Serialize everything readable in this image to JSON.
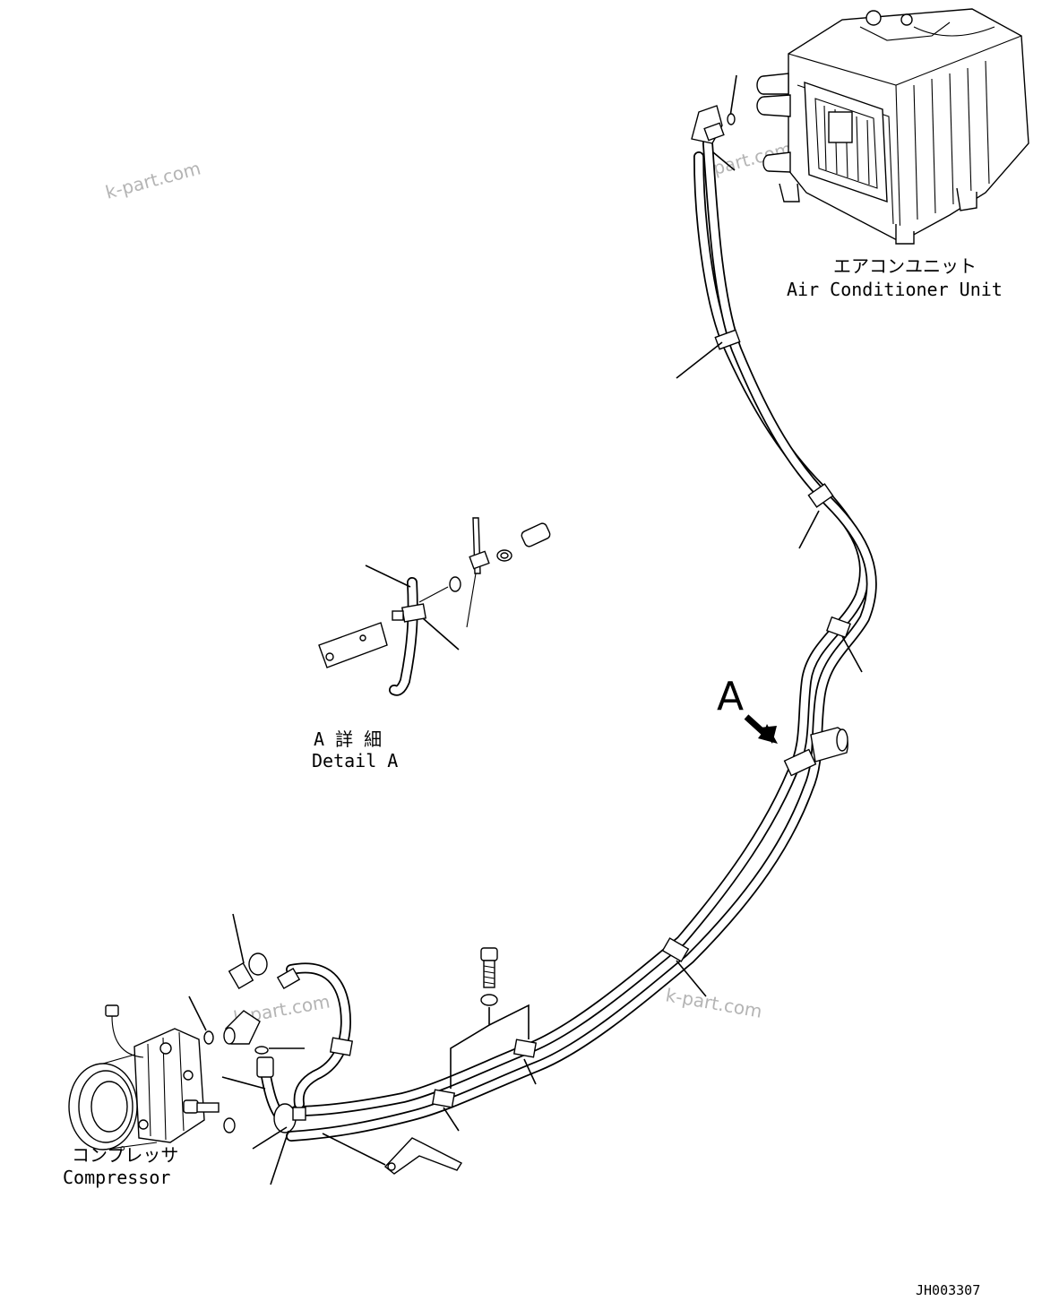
{
  "labels": {
    "ac_unit_jp": "エアコンユニット",
    "ac_unit_en": "Air Conditioner Unit",
    "detail_jp": "A 詳 細",
    "detail_en": "Detail A",
    "view_letter": "A",
    "compressor_jp": "コンプレッサ",
    "compressor_en": "Compressor",
    "drawing_code": "JH003307"
  },
  "watermarks": [
    "k-part.com",
    "k-part.com",
    "k-part.com",
    "k-part.com"
  ]
}
